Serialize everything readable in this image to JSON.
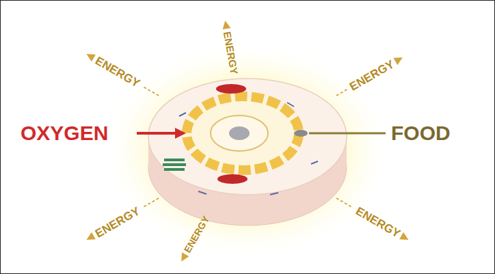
{
  "diagram": {
    "labels": [
      "ENERGY",
      "ENERGY",
      "ENERGY",
      "OXYGEN",
      "FOOD",
      "ENERGY",
      "ENERGY",
      "ENERGY"
    ]
  }
}
